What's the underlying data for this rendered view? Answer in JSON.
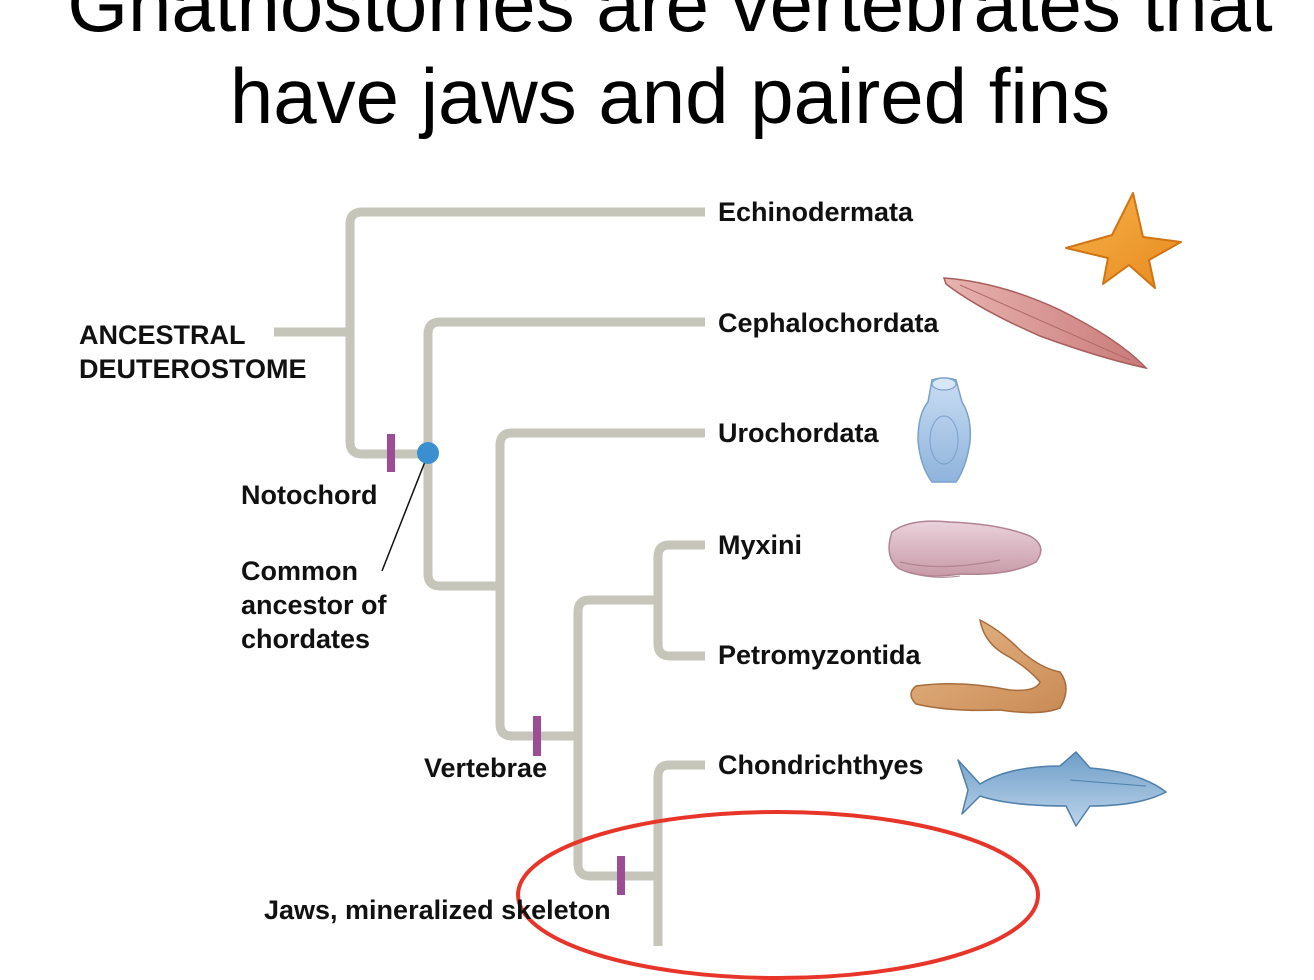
{
  "slide": {
    "title_line_1": "Gnathostomes are vertebrates that",
    "title_line_2": "have jaws and paired fins"
  },
  "diagram": {
    "root_label_line_1": "ANCESTRAL",
    "root_label_line_2": "DEUTEROSTOME",
    "taxa": [
      "Echinodermata",
      "Cephalochordata",
      "Urochordata",
      "Myxini",
      "Petromyzontida",
      "Chondrichthyes"
    ],
    "characters": {
      "notochord": "Notochord",
      "vertebrae": "Vertebrae",
      "jaws": "Jaws, mineralized skeleton"
    },
    "node_callout": {
      "line_1": "Common",
      "line_2": "ancestor of",
      "line_3": "chordates"
    },
    "organism_pictures": [
      "starfish",
      "lancelet",
      "tunicate",
      "hagfish",
      "lamprey",
      "shark"
    ]
  },
  "colors": {
    "branch": "#c6c5b9",
    "character_mark": "#9b4d96",
    "ancestor_node": "#3a8fd0",
    "highlight_ellipse": "#e8352a",
    "label_text": "#111111"
  }
}
